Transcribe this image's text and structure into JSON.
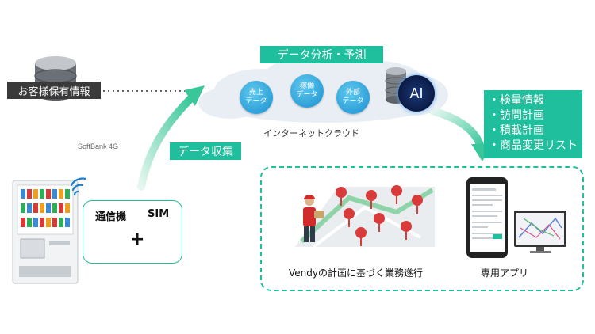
{
  "customer_db_label": "お客様保有情報",
  "softbank_label": "SoftBank 4G",
  "analysis_label": "データ分析・予測",
  "collect_label": "データ収集",
  "cloud_caption": "インターネットクラウド",
  "bubbles": [
    {
      "line1": "売上",
      "line2": "データ"
    },
    {
      "line1": "稼働",
      "line2": "データ"
    },
    {
      "line1": "外部",
      "line2": "データ"
    }
  ],
  "ai_label": "AI",
  "outputs": [
    "・検量情報",
    "・訪問計画",
    "・積載計画",
    "・商品変更リスト"
  ],
  "device_label": "通信機",
  "sim_label": "SIM",
  "plus_sign": "+",
  "plan_caption": "Vendyの計画に基づく業務遂行",
  "app_caption": "専用アプリ",
  "colors": {
    "accent": "#1fbf9e",
    "cloud": "#e8eef3",
    "bubble": "#1a8fd0",
    "dark": "#3a3a3a"
  }
}
